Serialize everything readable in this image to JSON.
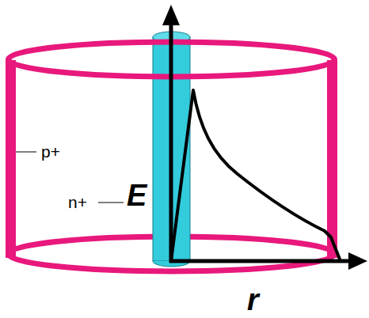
{
  "diagram": {
    "labels": [
      "p+",
      "n+",
      "E",
      "r"
    ]
  }
}
